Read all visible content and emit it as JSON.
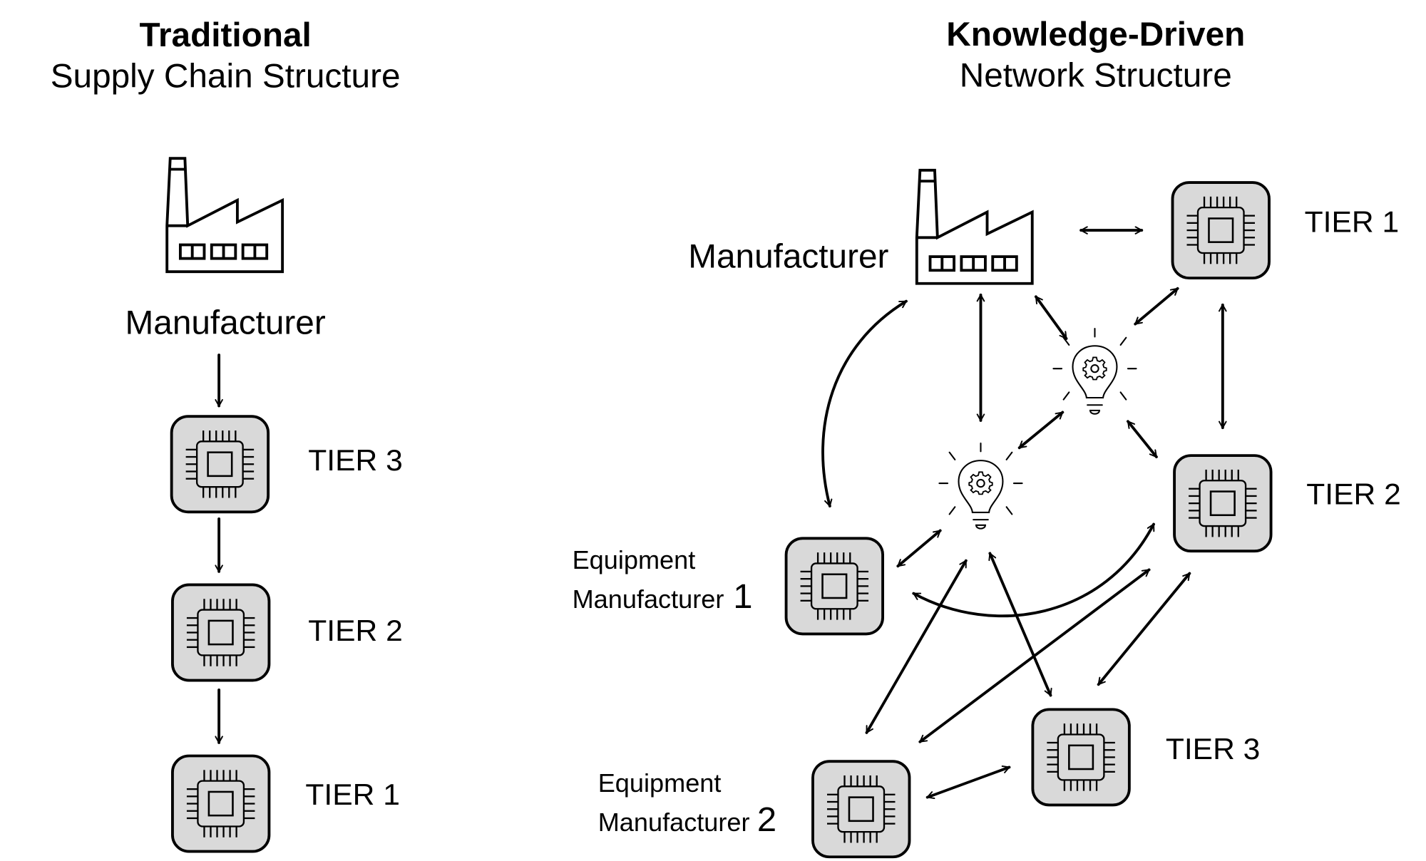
{
  "left_panel": {
    "title_bold": "Traditional",
    "title_sub": "Supply Chain Structure",
    "manufacturer_label": "Manufacturer",
    "tiers": [
      "TIER 3",
      "TIER 2",
      "TIER 1"
    ]
  },
  "right_panel": {
    "title_bold": "Knowledge-Driven",
    "title_sub": "Network Structure",
    "manufacturer_label": "Manufacturer",
    "tier1_label": "TIER 1",
    "tier2_label": "TIER 2",
    "tier3_label": "TIER 3",
    "em1_line1": "Equipment",
    "em1_line2": "Manufacturer",
    "em1_num": "1",
    "em2_line1": "Equipment",
    "em2_line2": "Manufacturer",
    "em2_num": "2"
  },
  "icons": {
    "factory": "factory-icon",
    "chip": "chip-icon",
    "bulb": "lightbulb-gear-icon"
  },
  "colors": {
    "chip_fill": "#d9d9d9",
    "stroke": "#000000",
    "background": "#ffffff"
  }
}
